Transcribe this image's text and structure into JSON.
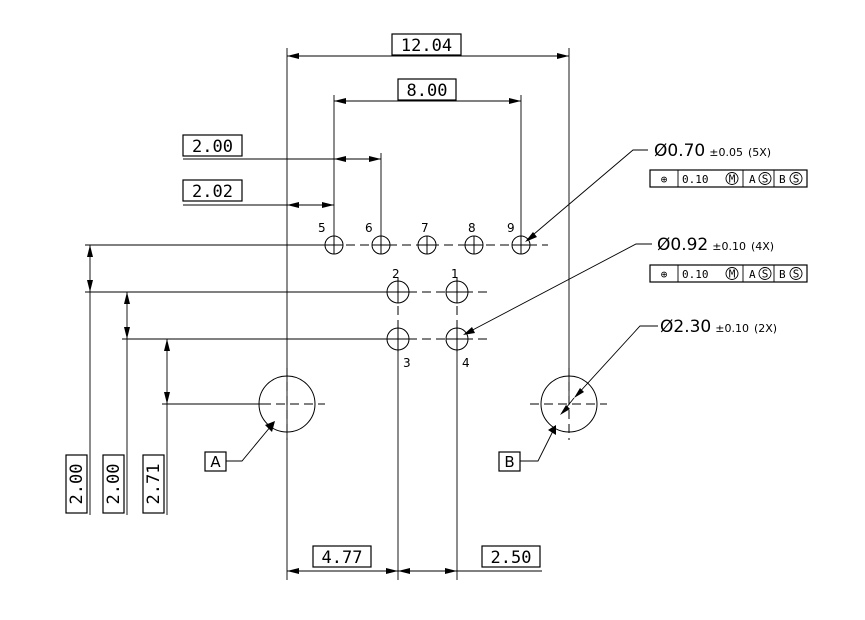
{
  "dimensions": {
    "overall_width": "12.04",
    "pin_span": "8.00",
    "offset_upper": "2.00",
    "offset_lower": "2.02",
    "vertical_left": "2.00",
    "vertical_mid": "2.00",
    "vertical_right": "2.71",
    "bottom_left": "4.77",
    "bottom_right": "2.50"
  },
  "pins": {
    "top_row": [
      "5",
      "6",
      "7",
      "8",
      "9"
    ],
    "grid": [
      "2",
      "1",
      "3",
      "4"
    ]
  },
  "callouts": [
    {
      "diameter": "Ø0.70",
      "tolerance": "±0.05",
      "qty": "(5X)",
      "fcf": {
        "symbol": "⊕",
        "value": "0.10",
        "mod": "M",
        "datum1": "A",
        "mod1": "S",
        "datum2": "B",
        "mod2": "S"
      }
    },
    {
      "diameter": "Ø0.92",
      "tolerance": "±0.10",
      "qty": "(4X)",
      "fcf": {
        "symbol": "⊕",
        "value": "0.10",
        "mod": "M",
        "datum1": "A",
        "mod1": "S",
        "datum2": "B",
        "mod2": "S"
      }
    },
    {
      "diameter": "Ø2.30",
      "tolerance": "±0.10",
      "qty": "(2X)"
    }
  ],
  "datums": {
    "left": "A",
    "right": "B"
  }
}
